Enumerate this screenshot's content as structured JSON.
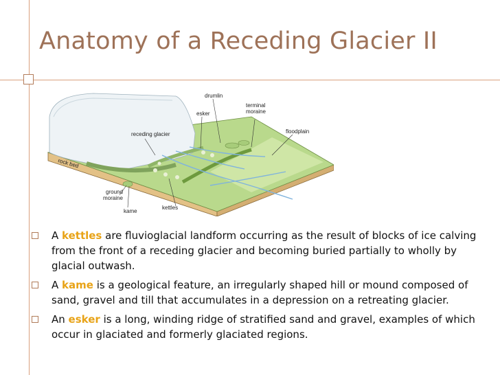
{
  "slide": {
    "title": "Anatomy of a Receding Glacier II"
  },
  "diagram": {
    "labels": {
      "drumlin": "drumlin",
      "esker": "esker",
      "terminal_moraine": [
        "terminal",
        "moraine"
      ],
      "floodplain": "floodplain",
      "receding_glacier": "receding glacier",
      "rock_bed": "rock bed",
      "ground_moraine": [
        "ground",
        "moraine"
      ],
      "kame": "kame",
      "kettles": "kettles"
    },
    "colors": {
      "ice": "#eef3f6",
      "plain": "#b9d98c",
      "rock_face": "#e8c98f",
      "water": "#7fb3dd"
    }
  },
  "bullets": [
    {
      "pre": "A ",
      "term": "kettles",
      "post": " are fluvioglacial landform occurring as the result of blocks of ice calving from the front of a receding glacier and becoming buried partially to wholly by glacial outwash."
    },
    {
      "pre": "A ",
      "term": "kame",
      "post": " is a geological feature, an irregularly shaped hill or mound composed of sand, gravel and till that accumulates in a depression on a retreating glacier."
    },
    {
      "pre": "An ",
      "term": "esker",
      "post": " is a long, winding ridge of stratified sand and gravel, examples of which occur in glaciated and formerly glaciated regions."
    }
  ]
}
